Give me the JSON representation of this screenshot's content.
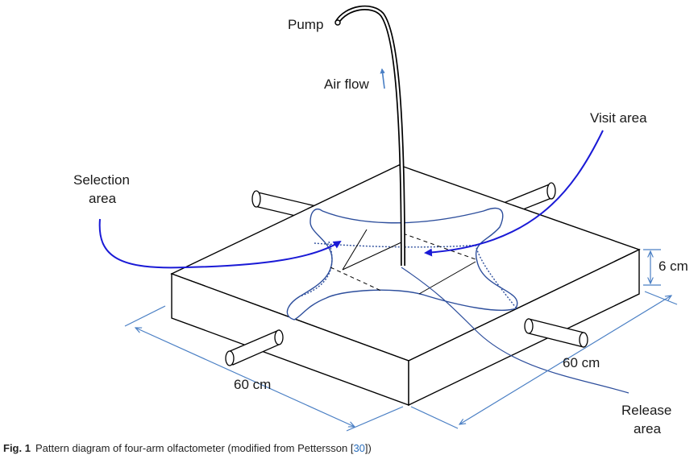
{
  "labels": {
    "pump": "Pump",
    "air_flow": "Air flow",
    "visit_area": "Visit area",
    "selection_line1": "Selection",
    "selection_line2": "area",
    "height": "6 cm",
    "width_left": "60 cm",
    "width_right": "60 cm",
    "release_line1": "Release",
    "release_line2": "area"
  },
  "caption": {
    "fig_no": "Fig. 1",
    "text": "Pattern diagram of four-arm olfactometer (modified from Pettersson [",
    "ref": "30",
    "tail": "])"
  },
  "colors": {
    "arrow_blue": "#1a1ad6",
    "shape_blue": "#2d4e9c",
    "dim_blue": "#4a7fc4",
    "outline": "#000000"
  }
}
